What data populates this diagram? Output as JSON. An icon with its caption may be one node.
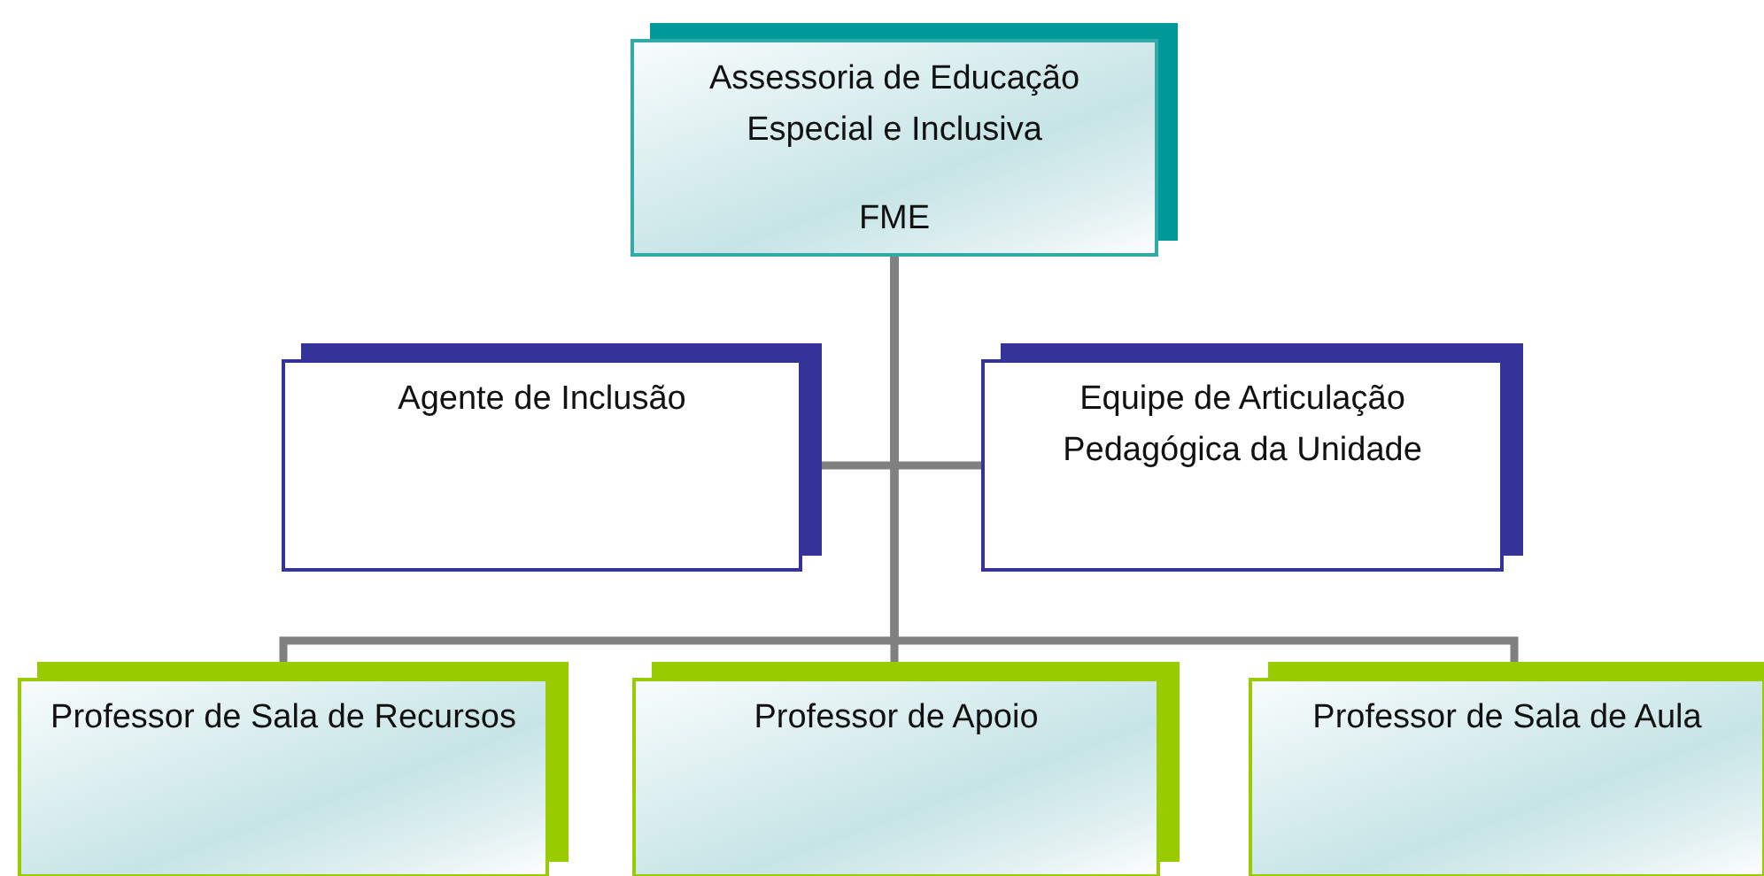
{
  "diagram": {
    "nodes": [
      {
        "text": [
          "Assessoria de Educação Especial e Inclusiva",
          "FME"
        ]
      },
      {
        "text": [
          "Agente de Inclusão"
        ]
      },
      {
        "text": [
          "Equipe de Articulação Pedagógica da Unidade"
        ]
      },
      {
        "text": [
          "Professor de Sala de Recursos"
        ]
      },
      {
        "text": [
          "Professor de Apoio"
        ]
      },
      {
        "text": [
          "Professor de Sala de Aula"
        ]
      }
    ],
    "edges": [
      {
        "from": 0,
        "to": 1,
        "arrow": "none"
      },
      {
        "from": 0,
        "to": 2,
        "arrow": "none"
      },
      {
        "from": 0,
        "to": 3,
        "arrow": "none"
      },
      {
        "from": 0,
        "to": 4,
        "arrow": "none"
      },
      {
        "from": 0,
        "to": 5,
        "arrow": "none"
      }
    ]
  }
}
